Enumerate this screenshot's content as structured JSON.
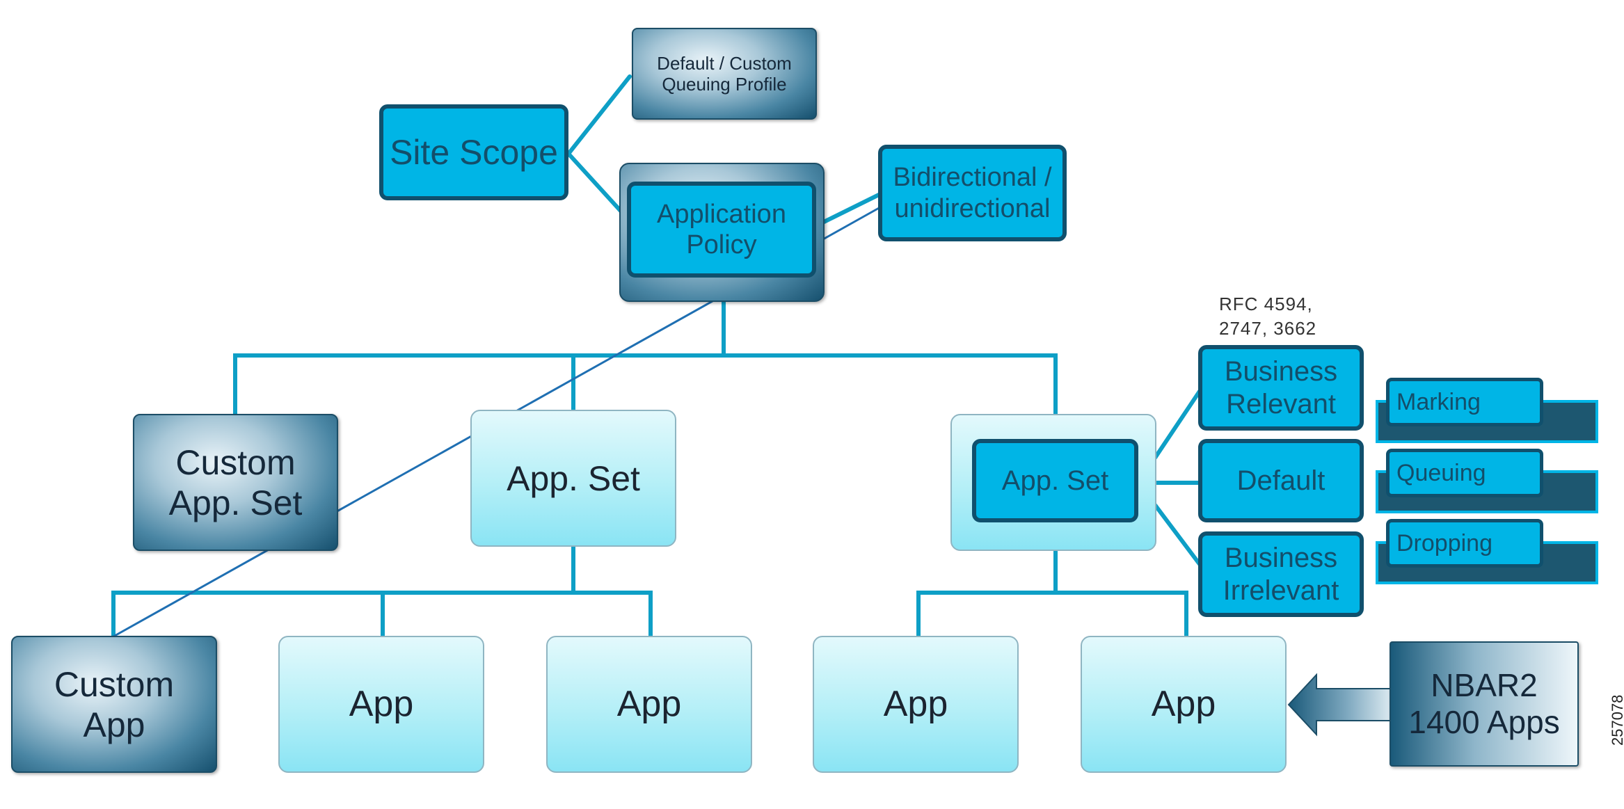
{
  "nodes": {
    "queuing_profile": "Default / Custom\nQueuing Profile",
    "site_scope": "Site Scope",
    "application_policy": "Application\nPolicy",
    "direction": "Bidirectional /\nunidirectional",
    "custom_app_set": "Custom\nApp. Set",
    "app_set_middle": "App. Set",
    "app_set_right": "App. Set",
    "custom_app": "Custom\nApp",
    "app_1": "App",
    "app_2": "App",
    "app_3": "App",
    "app_4": "App",
    "business_relevant": "Business\nRelevant",
    "default": "Default",
    "business_irrelevant": "Business\nIrrelevant",
    "nbar2": "NBAR2\n1400 Apps"
  },
  "actions": [
    "Marking",
    "Queuing",
    "Dropping"
  ],
  "rfc_note": "RFC 4594,\n2747, 3662",
  "figure_id": "257078",
  "colors": {
    "accent_cyan": "#00B5E6",
    "dark_outline": "#10506D",
    "connector": "#0E9FC6",
    "diagonal_line": "#1F6FB2"
  }
}
